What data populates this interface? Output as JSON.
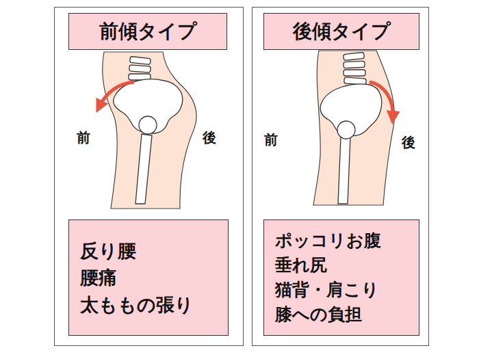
{
  "diagram": {
    "nodes": [
      {
        "text": [
          "前",
          "後"
        ]
      },
      {
        "text": [
          "前傾タイプ"
        ],
        "in": 0
      },
      {
        "text": [
          "反り腰",
          "腰痛",
          "太ももの張り"
        ],
        "in": 0
      },
      {
        "text": [
          "前",
          "後"
        ]
      },
      {
        "text": [
          "後傾タイプ"
        ],
        "in": 3
      },
      {
        "text": [
          "ポッコリお腹",
          "垂れ尻",
          "猫背・肩こり",
          "膝への負担"
        ],
        "in": 3
      }
    ]
  }
}
